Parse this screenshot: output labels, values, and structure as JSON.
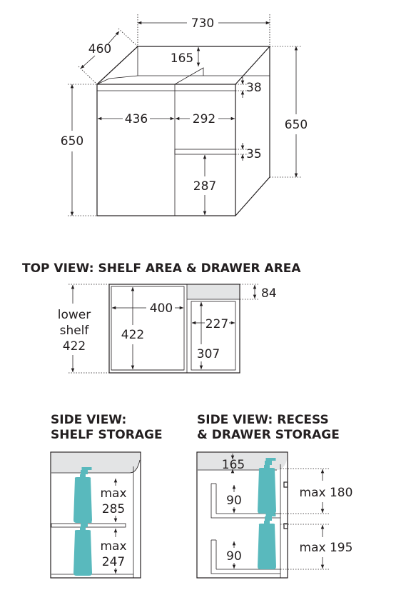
{
  "iso_view": {
    "width": "730",
    "depth": "460",
    "recess_height": "165",
    "top_thickness": "38",
    "left_width": "436",
    "right_width": "292",
    "height_front": "650",
    "height_back": "650",
    "drawer_gap": "35",
    "drawer_height": "287"
  },
  "top_view": {
    "heading": "TOP VIEW: SHELF AREA & DRAWER AREA",
    "recess_depth": "84",
    "shelf_width": "400",
    "shelf_depth": "422",
    "lower_shelf_label": [
      "lower",
      "shelf",
      "422"
    ],
    "drawer_width": "227",
    "drawer_depth": "307"
  },
  "side_view_shelf": {
    "heading_lines": [
      "SIDE VIEW:",
      "SHELF STORAGE"
    ],
    "upper_label": [
      "max",
      "285"
    ],
    "lower_label": [
      "max",
      "247"
    ]
  },
  "side_view_drawer": {
    "heading_lines": [
      "SIDE VIEW: RECESS",
      "& DRAWER STORAGE"
    ],
    "recess_height": "165",
    "drawer1_height": "90",
    "drawer2_height": "90",
    "max_upper": "max 180",
    "max_lower": "max 195"
  },
  "colors": {
    "line": "#231f20",
    "bottle": "#59b9bd",
    "shade": "#e3e4e5"
  },
  "icons": [
    "soap-bottle-icon"
  ]
}
